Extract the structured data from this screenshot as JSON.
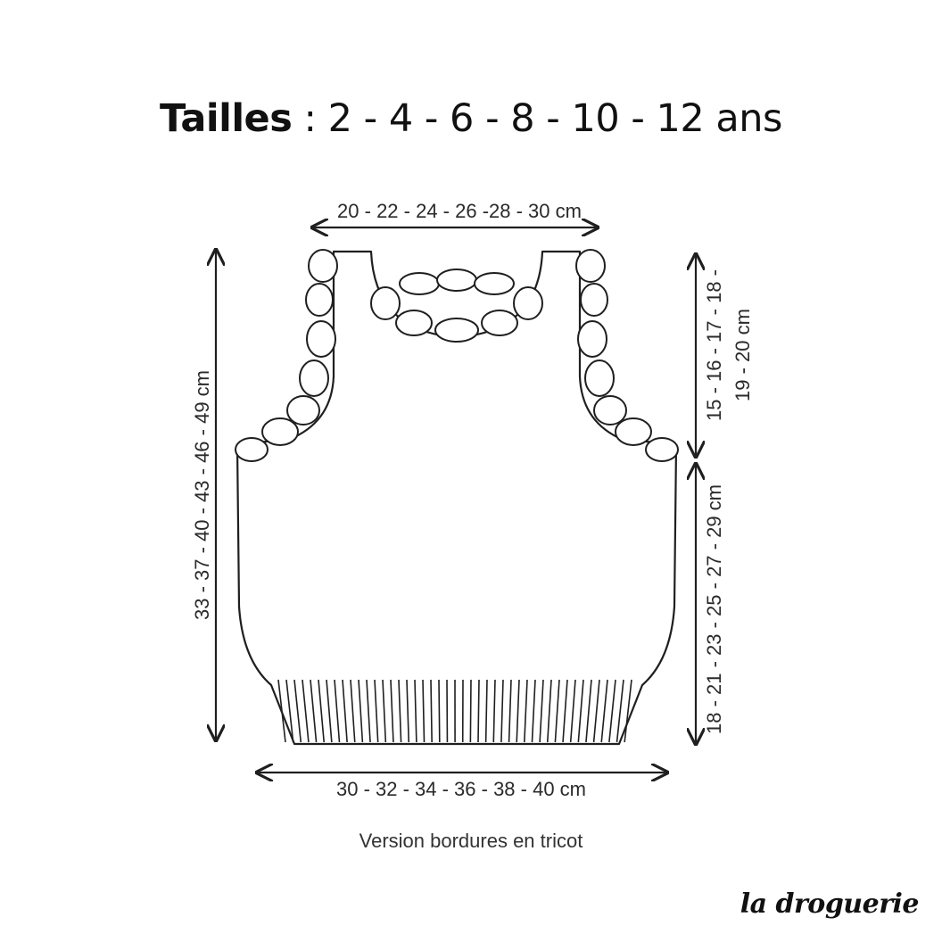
{
  "header": {
    "title_bold": "Tailles",
    "title_rest": " : 2 - 4 - 6 - 8 - 10 - 12 ans"
  },
  "measurements": {
    "top_width": "20 - 22 - 24 - 26 -28 - 30 cm",
    "total_length": "33 - 37 - 40 - 43 - 46 - 49 cm",
    "armhole_line1": "15 - 16 - 17 - 18 -",
    "armhole_line2": "19 - 20 cm",
    "side_length": "18 - 21 - 23 - 25 - 27 - 29 cm",
    "bottom_width": "30 - 32 - 34 - 36 - 38 - 40 cm"
  },
  "caption": "Version bordures en tricot",
  "logo": "la droguerie",
  "colors": {
    "ink": "#1f1f1f",
    "background": "#ffffff"
  }
}
